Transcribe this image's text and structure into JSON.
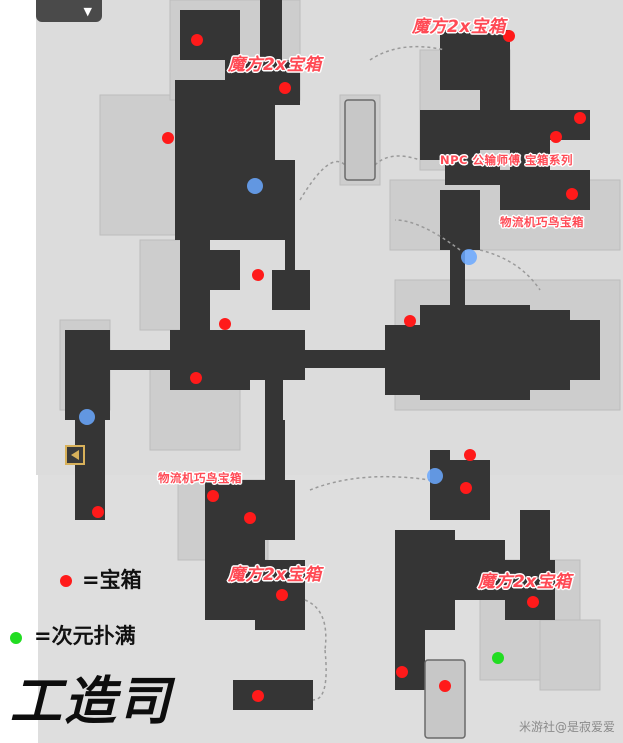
{
  "map": {
    "area_name": "工造司",
    "labels": {
      "cube_2x_chest": "魔方2x宝箱",
      "npc_chest_series": "NPC 公输师傅 宝箱系列",
      "logistics_bird_chest": "物流机巧鸟宝箱"
    },
    "legend": {
      "chest": "=宝箱",
      "dimension_fill": "=次元扑满"
    },
    "watermark": "米游社@是寂爱爱",
    "colors": {
      "chest": "#ff1a1a",
      "dimension_fill": "#22dd22",
      "label": "#ff4a55",
      "floor_dark": "#3a3a3a",
      "floor_light": "#cfcfcf",
      "background": "#dcdcdc"
    },
    "icons": [
      "dropdown-arrow-icon",
      "teleport-anchor-icon",
      "map-exit-icon"
    ]
  }
}
